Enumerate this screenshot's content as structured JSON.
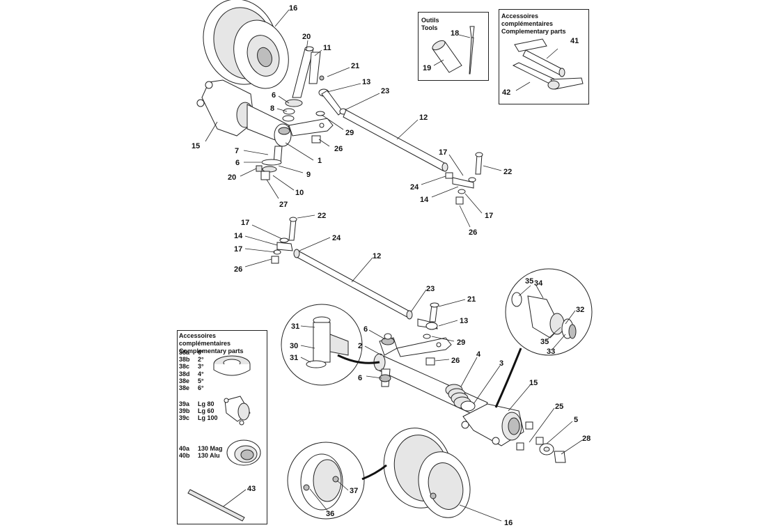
{
  "tools_box": {
    "title_fr": "Outils",
    "title_en": "Tools"
  },
  "accessories_top": {
    "title_fr": "Accessoires complémentaires",
    "title_en": "Complementary parts"
  },
  "accessories_bottom": {
    "title_fr": "Accessoires complémentaires",
    "title_en": "Complementary parts",
    "items": [
      {
        "code": "38a",
        "value": "0°"
      },
      {
        "code": "38b",
        "value": "2°"
      },
      {
        "code": "38c",
        "value": "3°"
      },
      {
        "code": "38d",
        "value": "4°"
      },
      {
        "code": "38e",
        "value": "5°"
      },
      {
        "code": "38e",
        "value": "6°"
      },
      {
        "code": "39a",
        "value": "Lg 80"
      },
      {
        "code": "39b",
        "value": "Lg 60"
      },
      {
        "code": "39c",
        "value": "Lg 100"
      },
      {
        "code": "40a",
        "value": "130 Mag"
      },
      {
        "code": "40b",
        "value": "130 Alu"
      }
    ]
  },
  "callouts": [
    "16",
    "20",
    "11",
    "21",
    "13",
    "23",
    "6",
    "8",
    "29",
    "26",
    "12",
    "15",
    "7",
    "1",
    "6",
    "9",
    "20",
    "10",
    "27",
    "17",
    "22",
    "24",
    "14",
    "17",
    "26",
    "17",
    "22",
    "14",
    "24",
    "17",
    "26",
    "12",
    "23",
    "21",
    "13",
    "6",
    "29",
    "2",
    "26",
    "6",
    "4",
    "3",
    "15",
    "25",
    "5",
    "28",
    "31",
    "30",
    "31",
    "35",
    "34",
    "32",
    "35",
    "33",
    "18",
    "19",
    "41",
    "42",
    "43",
    "37",
    "36",
    "16"
  ]
}
